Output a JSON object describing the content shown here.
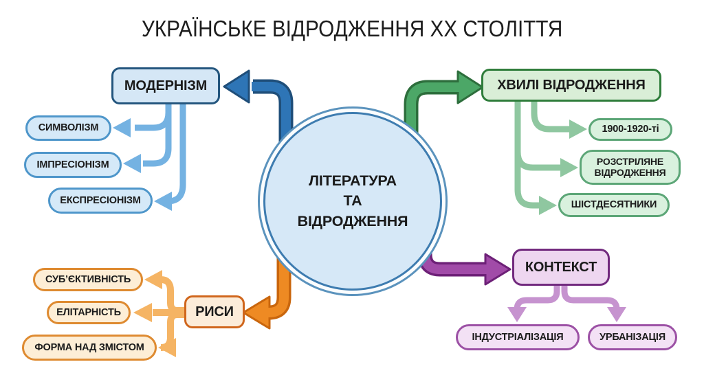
{
  "title": "УКРАЇНСЬКЕ ВІДРОДЖЕННЯ XX СТОЛІТТЯ",
  "center": {
    "label": "ЛІТЕРАТУРА\nТА\nВІДРОДЖЕННЯ"
  },
  "branches": {
    "modernism": {
      "label": "МОДЕРНІЗМ",
      "children": [
        "СИМВОЛІЗМ",
        "ІМПРЕСІОНІЗМ",
        "ЕКСПРЕСІОНІЗМ"
      ]
    },
    "waves": {
      "label": "ХВИЛІ ВІДРОДЖЕННЯ",
      "children": [
        "1900-1920-ті",
        "РОЗСТРІЛЯНЕ\nВІДРОДЖЕННЯ",
        "ШІСТДЕСЯТНИКИ"
      ]
    },
    "features": {
      "label": "РИСИ",
      "children": [
        "СУБ’ЄКТИВНІСТЬ",
        "ЕЛІТАРНІСТЬ",
        "ФОРМА НАД ЗМІСТОМ"
      ]
    },
    "context": {
      "label": "КОНТЕКСТ",
      "children": [
        "ІНДУСТРІАЛІЗАЦІЯ",
        "УРБАНІЗАЦІЯ"
      ]
    }
  },
  "palette": {
    "modernism": {
      "main": "#2e75b6",
      "outline": "#1f4e79",
      "connector": "#74b2e2",
      "node_fill": "#d5e9f8",
      "node_border": "#4e96ca"
    },
    "waves": {
      "main": "#4ca767",
      "outline": "#2d6e3c",
      "connector": "#8fc7a0",
      "node_fill": "#d9f1de",
      "node_border": "#5ca677"
    },
    "features": {
      "main": "#ee8a23",
      "outline": "#c9660d",
      "connector": "#f5b464",
      "node_fill": "#fdeed6",
      "node_border": "#de8a30"
    },
    "context": {
      "main": "#a14ba8",
      "outline": "#6d2077",
      "connector": "#c693cf",
      "node_fill": "#f3e1f5",
      "node_border": "#9c51a5"
    },
    "center_fill": "#d6e8f7",
    "center_ring": "#3e7cb0",
    "background": "#ffffff",
    "text": "#1b1b1b"
  }
}
